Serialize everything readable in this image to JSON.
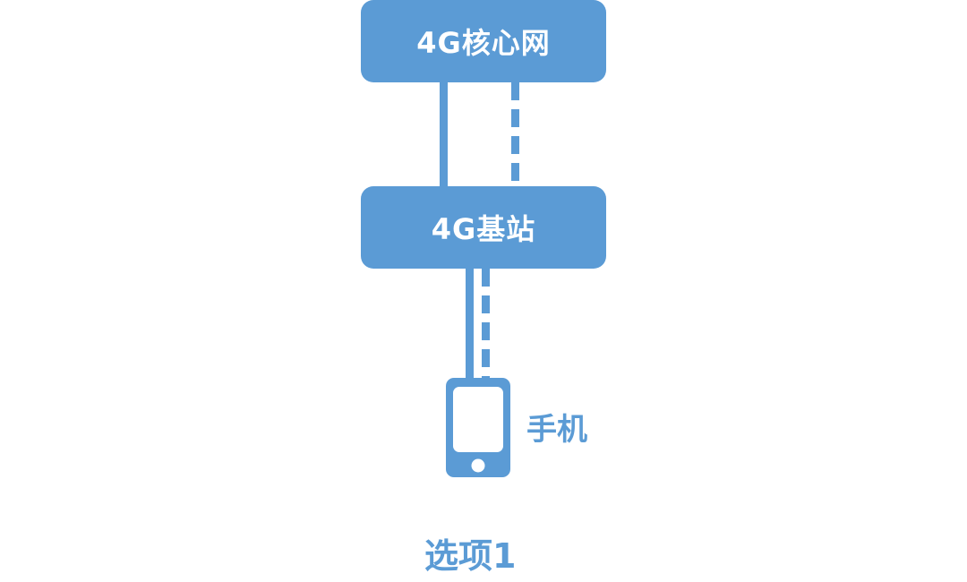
{
  "diagram": {
    "nodes": {
      "core_network": {
        "label": "4G核心网"
      },
      "base_station": {
        "label": "4G基站"
      },
      "phone": {
        "label": "手机"
      }
    },
    "links": [
      {
        "from": "core_network",
        "to": "base_station",
        "styles": [
          "solid",
          "dashed"
        ]
      },
      {
        "from": "base_station",
        "to": "phone",
        "styles": [
          "solid",
          "dashed"
        ]
      }
    ],
    "caption": "选项1"
  },
  "colors": {
    "accent": "#5b9bd5",
    "background": "#ffffff"
  }
}
